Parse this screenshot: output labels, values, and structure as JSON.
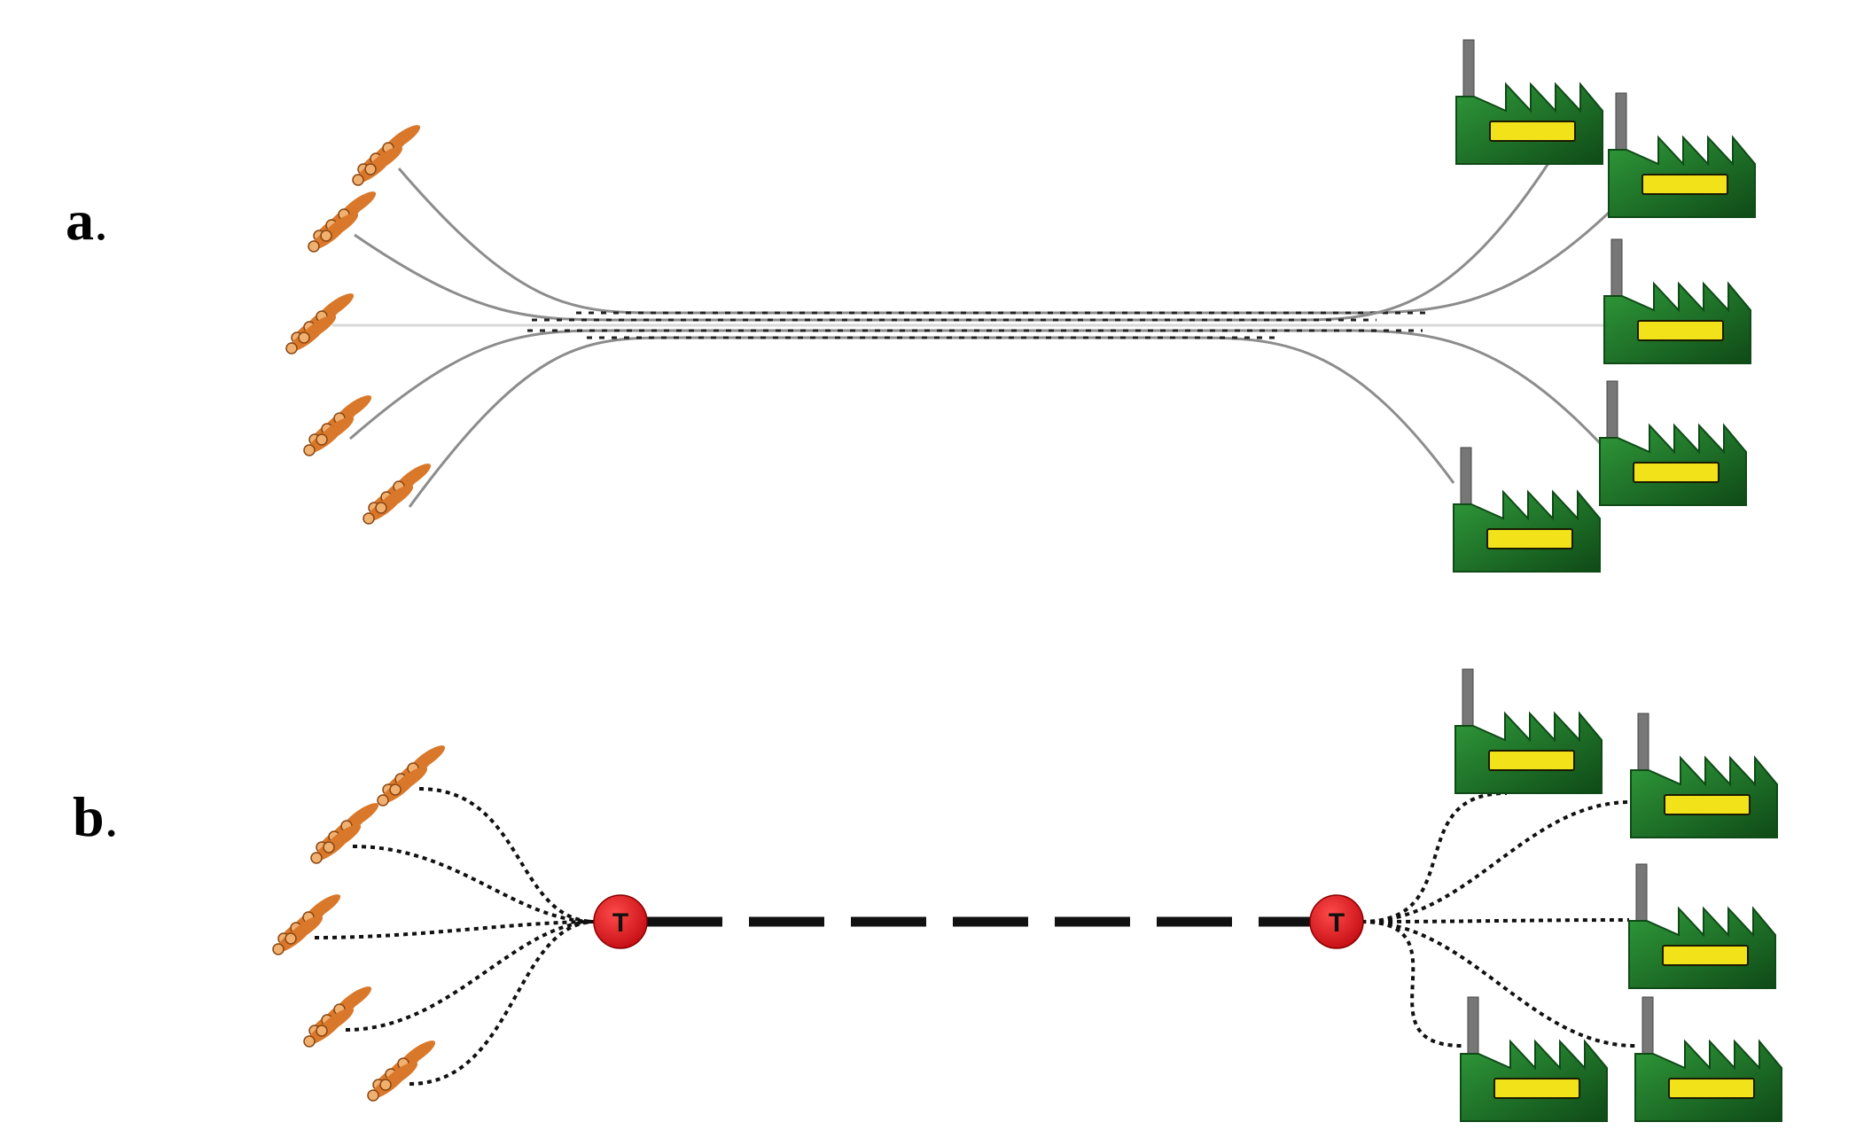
{
  "panels": [
    {
      "id": "a",
      "label_letter": "a",
      "label_suffix": ".",
      "route_style": "direct",
      "sources": [
        {
          "icon": "log-pile-icon"
        },
        {
          "icon": "log-pile-icon"
        },
        {
          "icon": "log-pile-icon"
        },
        {
          "icon": "log-pile-icon"
        },
        {
          "icon": "log-pile-icon"
        }
      ],
      "destinations": [
        {
          "icon": "factory-icon",
          "label": ""
        },
        {
          "icon": "factory-icon",
          "label": ""
        },
        {
          "icon": "factory-icon",
          "label": ""
        },
        {
          "icon": "factory-icon",
          "label": ""
        },
        {
          "icon": "factory-icon",
          "label": ""
        }
      ]
    },
    {
      "id": "b",
      "label_letter": "b",
      "label_suffix": ".",
      "route_style": "via-terminals",
      "terminals": [
        {
          "icon": "terminal-icon",
          "letter": "T"
        },
        {
          "icon": "terminal-icon",
          "letter": "T"
        }
      ],
      "sources": [
        {
          "icon": "log-pile-icon"
        },
        {
          "icon": "log-pile-icon"
        },
        {
          "icon": "log-pile-icon"
        },
        {
          "icon": "log-pile-icon"
        },
        {
          "icon": "log-pile-icon"
        }
      ],
      "destinations": [
        {
          "icon": "factory-icon",
          "label": ""
        },
        {
          "icon": "factory-icon",
          "label": ""
        },
        {
          "icon": "factory-icon",
          "label": ""
        },
        {
          "icon": "factory-icon",
          "label": ""
        },
        {
          "icon": "factory-icon",
          "label": ""
        }
      ]
    }
  ],
  "colors": {
    "factory_green": "#1f7a2a",
    "factory_dark": "#0f4a17",
    "factory_label_bg": "#f2e21a",
    "log_orange": "#d9782a",
    "log_dark": "#8a4511",
    "terminal_red": "#e8141c",
    "route_gray": "#8c8c8c",
    "route_black": "#111111"
  }
}
